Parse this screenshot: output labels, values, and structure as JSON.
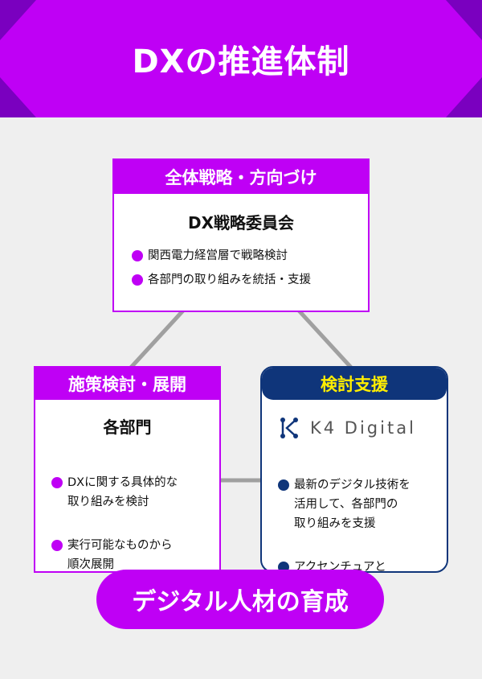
{
  "header": {
    "title": "DXの推進体制"
  },
  "top": {
    "heading": "全体戦略・方向づけ",
    "name": "DX戦略委員会",
    "bullets": [
      "関西電力経営層で戦略検討",
      "各部門の取り組みを統括・支援"
    ]
  },
  "left": {
    "heading": "施策検討・展開",
    "name": "各部門",
    "bullets": [
      "DXに関する具体的な\n取り組みを検討",
      "実行可能なものから\n順次展開"
    ]
  },
  "right": {
    "heading": "検討支援",
    "logo_text": "K4 Digital",
    "bullets": [
      "最新のデジタル技術を\n活用して、各部門の\n取り組みを支援",
      "アクセンチュアと\n共同で設立"
    ]
  },
  "bottom": {
    "label": "デジタル人材の育成"
  },
  "colors": {
    "purple": "#bf00f5",
    "dark_purple": "#7a00bf",
    "navy": "#0f357a",
    "yellow": "#ffee00"
  }
}
